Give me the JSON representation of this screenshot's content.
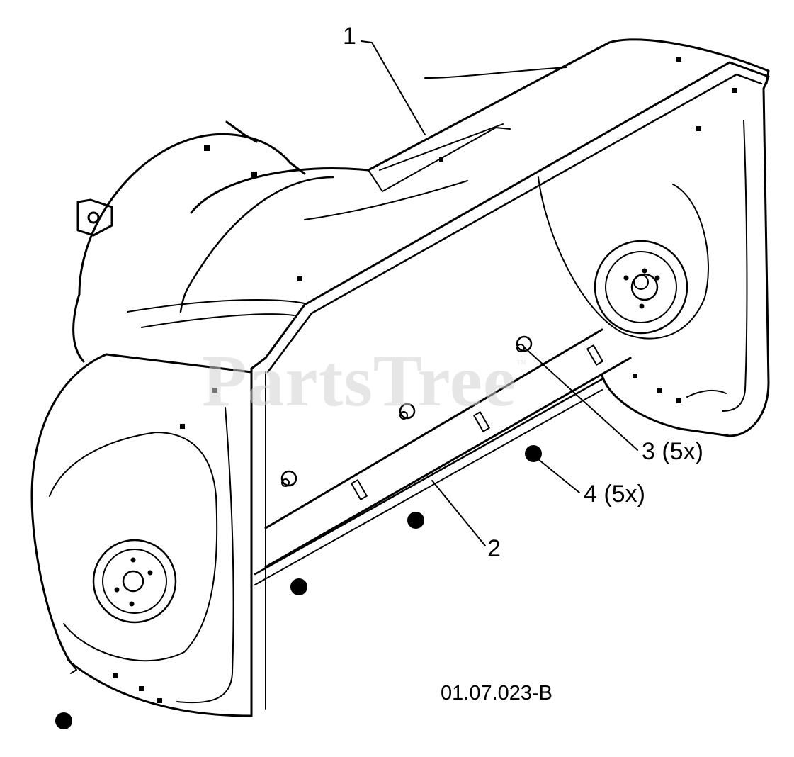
{
  "diagram": {
    "callouts": [
      {
        "id": "c1",
        "label": "1"
      },
      {
        "id": "c2",
        "label": "2"
      },
      {
        "id": "c3",
        "label": "3 (5x)"
      },
      {
        "id": "c4",
        "label": "4 (5x)"
      }
    ],
    "drawing_number": "01.07.023-B",
    "watermark": "PartsTree"
  },
  "colors": {
    "ink": "#000000",
    "paper": "#ffffff",
    "watermark": "#d3d3d3"
  }
}
